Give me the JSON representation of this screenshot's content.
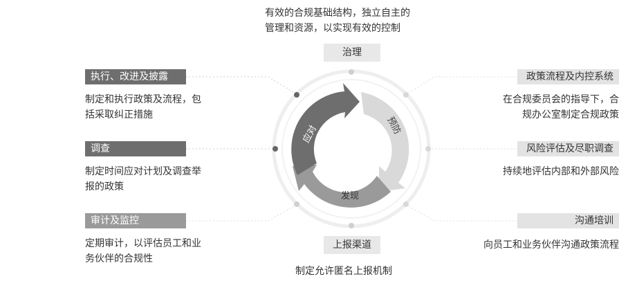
{
  "top": {
    "desc_line1": "有效的合规基础结构，独立自主的",
    "desc_line2": "管理和资源，以实现有效的控制",
    "label": "治理"
  },
  "bottom": {
    "label": "上报渠道",
    "desc": "制定允许匿名上报机制"
  },
  "cycle": {
    "respond": "应对",
    "prevent": "预防",
    "detect": "发现"
  },
  "left": [
    {
      "title": "执行、改进及披露",
      "desc_line1": "制定和执行政策及流程，包",
      "desc_line2": "括采取纠正措施"
    },
    {
      "title": "调查",
      "desc_line1": "制定时间应对计划及调查举",
      "desc_line2": "报的政策"
    },
    {
      "title": "审计及监控",
      "desc_line1": "定期审计，以评估员工和业",
      "desc_line2": "务伙伴的合规性"
    }
  ],
  "right": [
    {
      "title": "政策流程及内控系统",
      "desc_line1": "在合规委员会的指导下，合",
      "desc_line2": "规办公室制定合规政策"
    },
    {
      "title": "风险评估及尽职调查",
      "desc_line1": "持续地评估内部和外部风险"
    },
    {
      "title": "沟通培训",
      "desc_line1": "向员工和业务伙伴沟通政策流程"
    }
  ],
  "colors": {
    "dark": "#6e6e6e",
    "mid": "#9a9a9a",
    "light": "#e3e3e3"
  }
}
